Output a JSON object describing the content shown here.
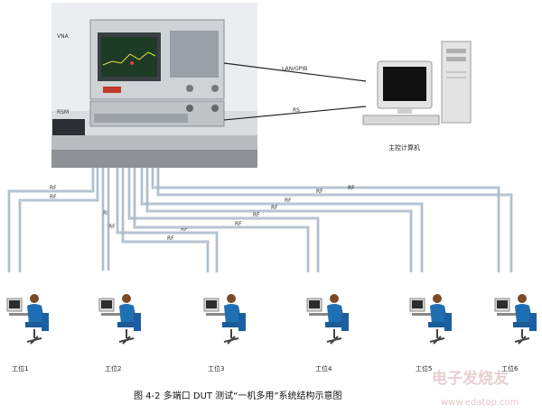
{
  "diagram": {
    "instrument_labels": {
      "vna": "VNA",
      "rsm": "RSM"
    },
    "link_labels": {
      "lan": "LAN/GPIB",
      "rs": "RS"
    },
    "pc_label": "主控计算机",
    "cable_label": "RF",
    "stations": [
      "工位1",
      "工位2",
      "工位3",
      "工位4",
      "工位5",
      "工位6"
    ],
    "caption": "图 4-2 多端口 DUT 测试“一机多用”系统结构示意图",
    "watermark": {
      "main": "电子发烧友",
      "url": "www.edatop.com"
    },
    "colors": {
      "cable": "#6f8aa6",
      "workstation": "#1f6fb3",
      "screen": "#2d2d2d"
    }
  }
}
